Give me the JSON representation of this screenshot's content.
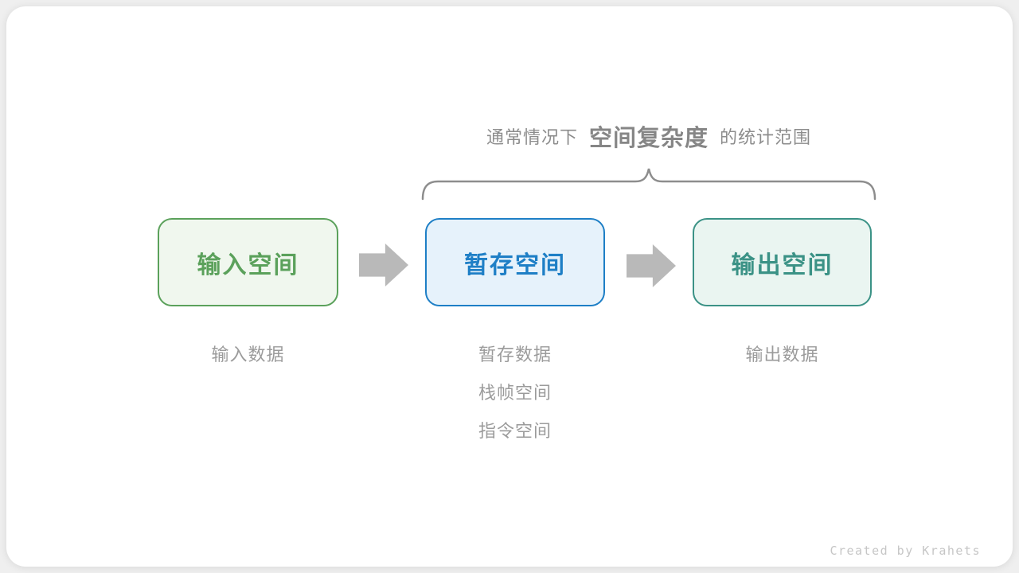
{
  "title": {
    "prefix": "通常情况下",
    "highlight": "空间复杂度",
    "suffix": "的统计范围"
  },
  "boxes": [
    {
      "id": "input-space",
      "label": "输入空间",
      "border": "#5BA15B",
      "fill": "#F0F7EE",
      "text": "#5BA15B"
    },
    {
      "id": "temp-space",
      "label": "暂存空间",
      "border": "#1E7FC6",
      "fill": "#E6F2FB",
      "text": "#1E7FC6"
    },
    {
      "id": "output-space",
      "label": "输出空间",
      "border": "#3B9286",
      "fill": "#EAF5F1",
      "text": "#3B9286"
    }
  ],
  "notes": [
    {
      "items": [
        "输入数据"
      ]
    },
    {
      "items": [
        "暂存数据",
        "栈帧空间",
        "指令空间"
      ]
    },
    {
      "items": [
        "输出数据"
      ]
    }
  ],
  "credit": "Created by Krahets",
  "colors": {
    "title_text": "#8C8C8C",
    "brace": "#8D8D8D",
    "arrow": "#B9B9B9",
    "note_text": "#9B9B9B",
    "credit_text": "#C6C6C6",
    "card_background": "#FFFFFF",
    "page_background": "#EFEFEF"
  }
}
